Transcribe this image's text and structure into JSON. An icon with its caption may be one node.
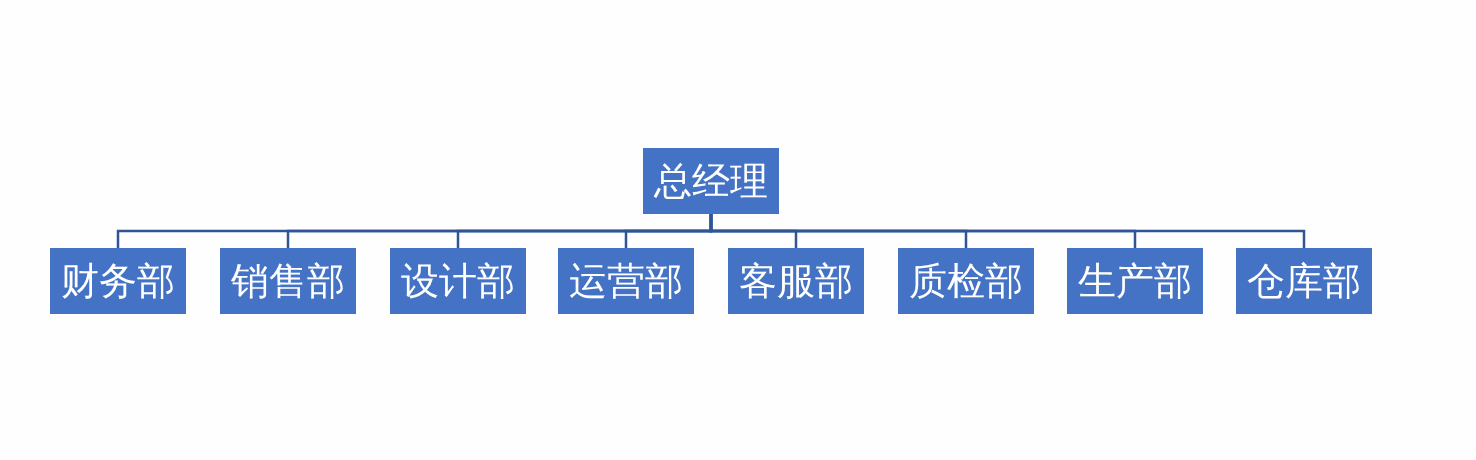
{
  "diagram": {
    "nodes": [
      {
        "text": [
          "总经理"
        ]
      },
      {
        "text": [
          "财务部"
        ]
      },
      {
        "text": [
          "销售部"
        ]
      },
      {
        "text": [
          "设计部"
        ]
      },
      {
        "text": [
          "运营部"
        ]
      },
      {
        "text": [
          "客服部"
        ]
      },
      {
        "text": [
          "质检部"
        ]
      },
      {
        "text": [
          "生产部"
        ]
      },
      {
        "text": [
          "仓库部"
        ]
      }
    ],
    "edges": [
      {
        "from": 0,
        "to": 1,
        "arrow": "none"
      },
      {
        "from": 0,
        "to": 2,
        "arrow": "none"
      },
      {
        "from": 0,
        "to": 3,
        "arrow": "none"
      },
      {
        "from": 0,
        "to": 4,
        "arrow": "none"
      },
      {
        "from": 0,
        "to": 5,
        "arrow": "none"
      },
      {
        "from": 0,
        "to": 6,
        "arrow": "none"
      },
      {
        "from": 0,
        "to": 7,
        "arrow": "none"
      },
      {
        "from": 0,
        "to": 8,
        "arrow": "none"
      }
    ]
  }
}
